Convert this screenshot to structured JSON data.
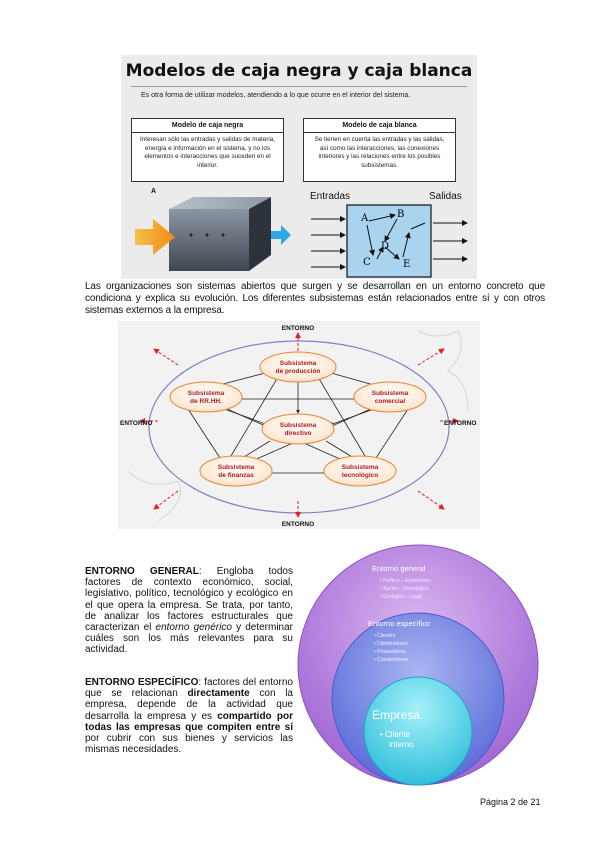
{
  "figure1": {
    "title": "Modelos de caja negra y caja blanca",
    "intro": "Es otra forma de utilizar modelos, atendiendo a lo que ocurre en el interior del sistema.",
    "black_box": {
      "header": "Modelo de caja negra",
      "text": "Interesan sólo las entradas y salidas de materia, energía e información en el sistema, y no los elementos e interacciones que suceden en el interior."
    },
    "white_box": {
      "header": "Modelo de caja blanca",
      "text": "Se tienen en cuenta las entradas y las salidas, así como las interacciones, las conexiones interiores y las relaciones entre los posibles subsistemas."
    },
    "label_a": "A",
    "inputs_label": "Entradas",
    "outputs_label": "Salidas",
    "nodes": [
      "A",
      "B",
      "C",
      "D",
      "E"
    ]
  },
  "paragraph1": "Las organizaciones son sistemas abiertos que surgen y se desarrollan en un entorno concreto que condiciona y explica su evolución. Los diferentes subsistemas están relacionados entre sí y con otros sistemas externos a la empresa.",
  "figure2": {
    "entorno": "ENTORNO",
    "subsystems": {
      "produccion": [
        "Subsistema",
        "de producción"
      ],
      "rrhh": [
        "Subsistema",
        "de RR.HH."
      ],
      "comercial": [
        "Subsistema",
        "comercial"
      ],
      "directivo": [
        "Subsistema",
        "directivo"
      ],
      "finanzas": [
        "Subsistema",
        "de finanzas"
      ],
      "tecnologico": [
        "Subsistema",
        "tecnológico"
      ]
    }
  },
  "general": {
    "heading": "ENTORNO GENERAL",
    "text_a": ": Engloba todos factores de contexto económico, social, legislativo, político, tecnológico y ecológico en el que opera la empresa. Se trata, por tanto, de analizar los factores estructurales que caracterizan el ",
    "emphasis": "entorno genérico",
    "text_b": " y determinar cuáles son los más relevantes para su actividad."
  },
  "especifico": {
    "heading": "ENTORNO ESPECÍFICO",
    "text_a": ": factores del entorno que se relacionan ",
    "bold1": "directamente",
    "text_b": " con la empresa, depende de la actividad que desarrolla la empresa y es ",
    "bold2": "compartido por todas las empresas que compiten entre sí",
    "text_c": " por cubrir con sus bienes y servicios las mismas necesidades."
  },
  "figure3": {
    "outer_title": "Entorno general",
    "outer_items": [
      "• Político – Económico",
      "• Social – Tecnológico",
      "• Ecológico - Legal"
    ],
    "middle_title": "Entorno específico",
    "middle_items": [
      "• Clientes",
      "• Distribuidores",
      "• Proveedores",
      "• Competidores"
    ],
    "inner_title": "Empresa",
    "inner_items": [
      "• Cliente",
      "interno"
    ]
  },
  "footer": "Página 2 de 21"
}
